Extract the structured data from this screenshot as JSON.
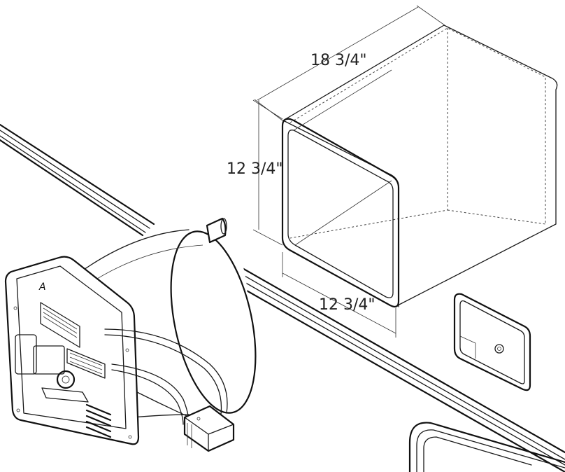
{
  "diagram": {
    "dimension_width": "18 3/4\"",
    "dimension_height": "12 3/4\"",
    "dimension_depth": "12 3/4\"",
    "unit_label": "A"
  },
  "colors": {
    "line": "#1a1a1a",
    "background": "#ffffff"
  }
}
